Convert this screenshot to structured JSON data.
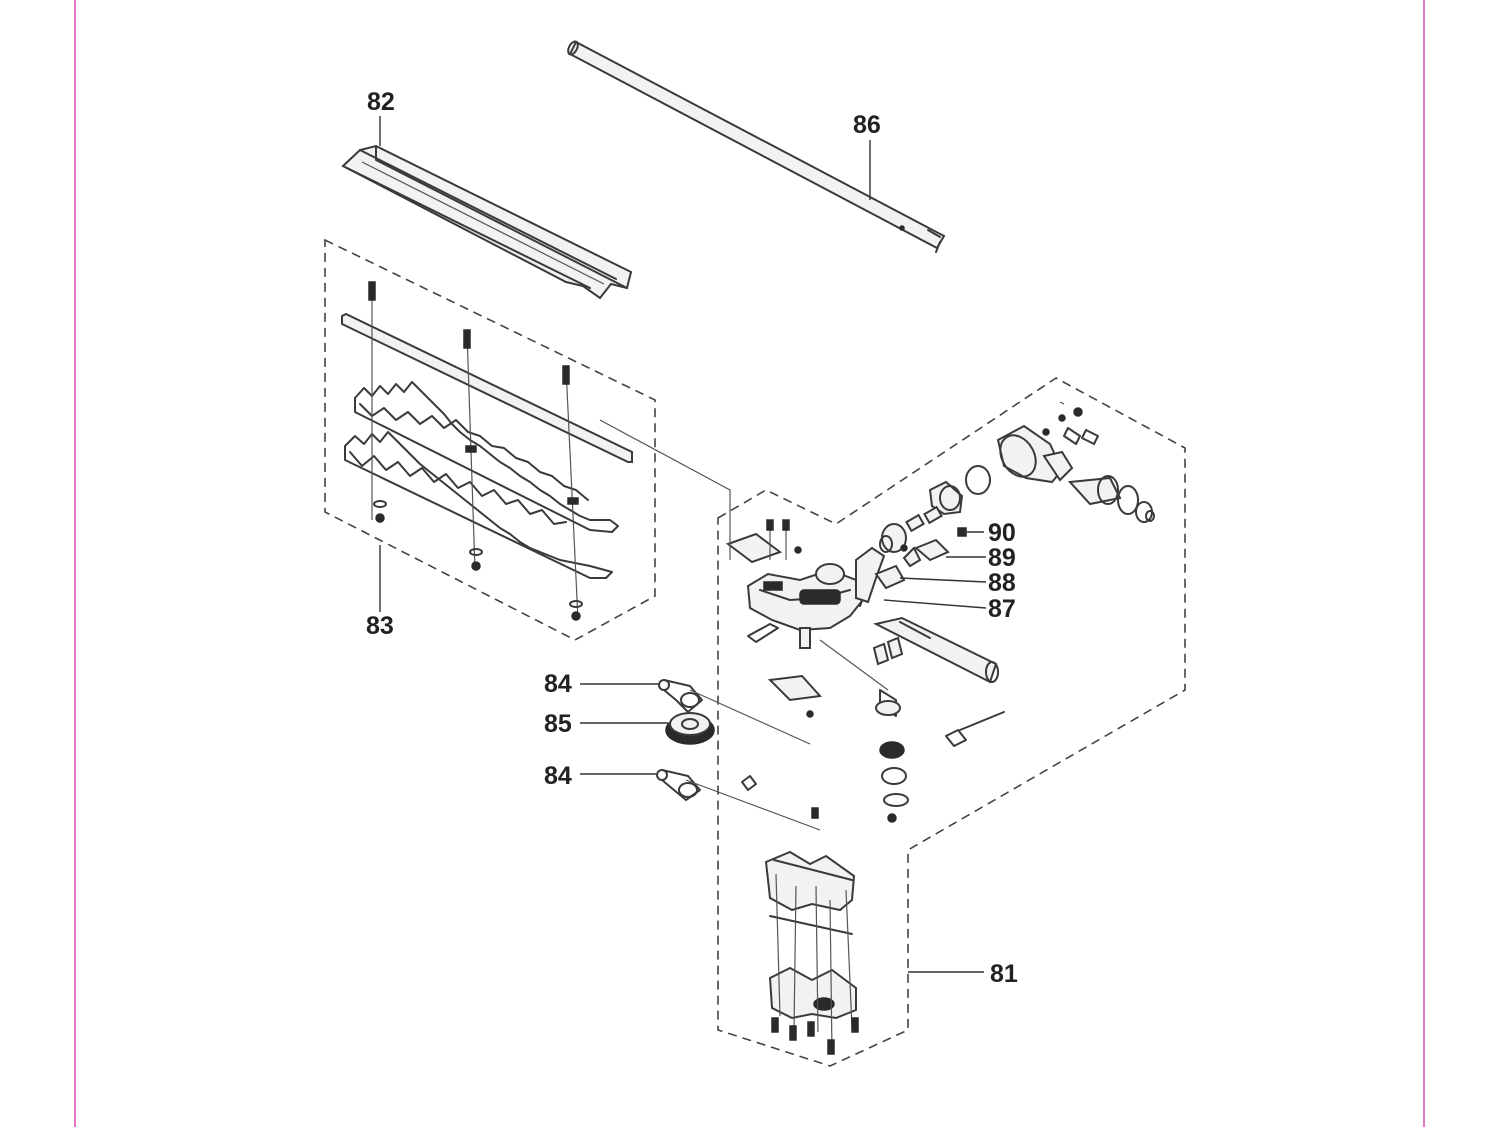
{
  "colors": {
    "page_margin_line": "#e276c8",
    "line_art": "#3a3a3a",
    "label_text": "#222222"
  },
  "diagram": {
    "callouts": {
      "c81": "81",
      "c82": "82",
      "c83": "83",
      "c84a": "84",
      "c84b": "84",
      "c85": "85",
      "c86": "86",
      "c87": "87",
      "c88": "88",
      "c89": "89",
      "c90": "90"
    }
  }
}
